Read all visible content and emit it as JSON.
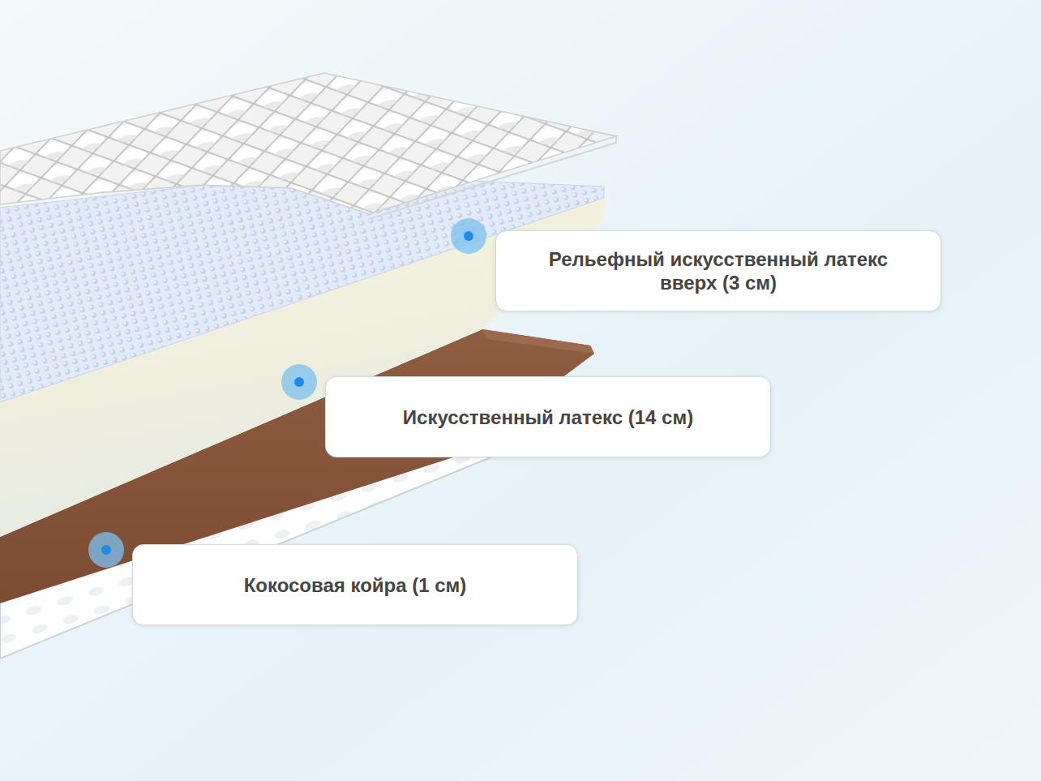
{
  "diagram": {
    "nodes": [
      {
        "text": [
          "Рельефный искусственный латекс вверх (3 см)"
        ]
      },
      {
        "text": [
          "Искусственный латекс (14 см)"
        ]
      },
      {
        "text": [
          "Кокосовая койра (1 см)"
        ]
      }
    ],
    "edges": []
  }
}
